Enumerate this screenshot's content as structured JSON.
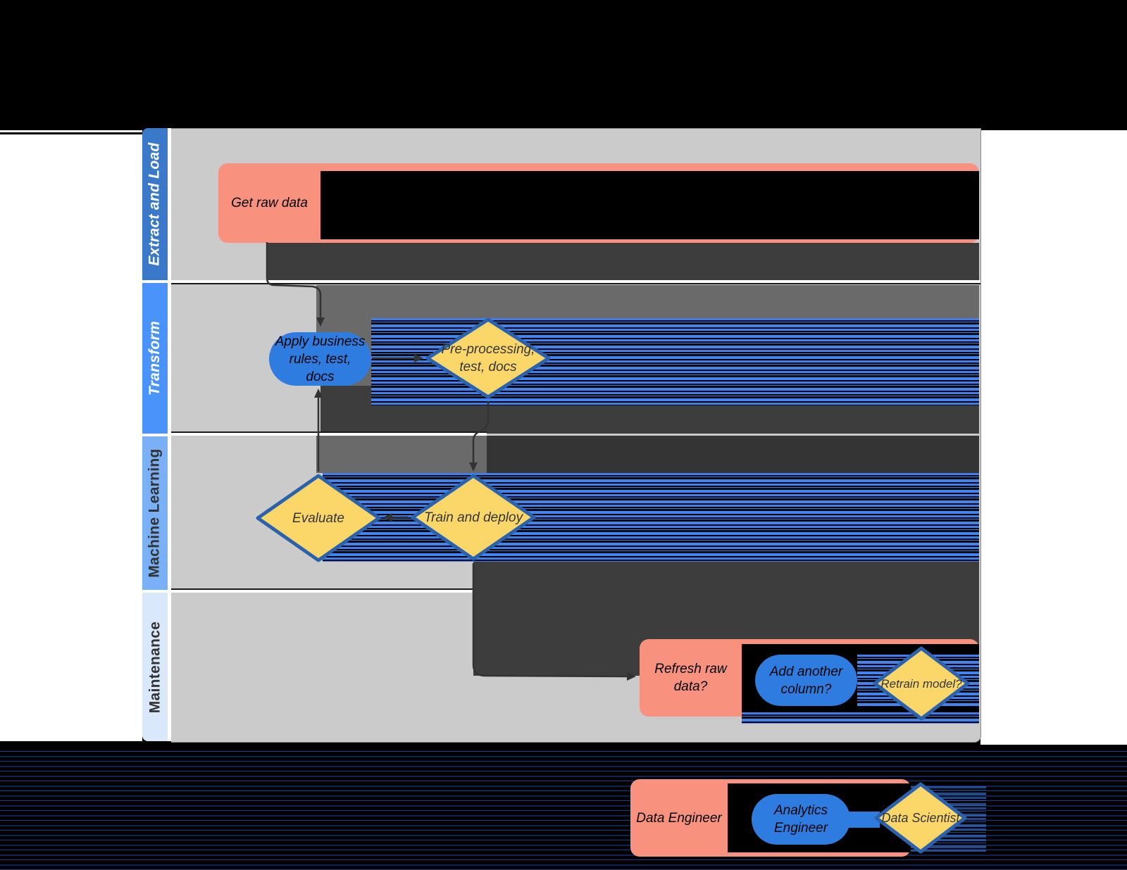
{
  "diagram": {
    "type": "swimlane-flowchart",
    "lanes": [
      {
        "label": "Extract and Load"
      },
      {
        "label": "Transform"
      },
      {
        "label": "Machine Learning"
      },
      {
        "label": "Maintenance"
      }
    ],
    "nodes": {
      "get_raw_data": {
        "label": "Get raw data",
        "shape": "rectangle",
        "role": "Data Engineer"
      },
      "apply_business_rules": {
        "line1": "Apply business",
        "line2": "rules, test,",
        "line3": "docs",
        "shape": "stadium",
        "role": "Analytics Engineer"
      },
      "pre_processing": {
        "line1": "Pre-processing,",
        "line2": "test, docs",
        "shape": "diamond",
        "role": "Data Scientist"
      },
      "evaluate": {
        "label": "Evaluate",
        "shape": "diamond",
        "role": "Data Scientist"
      },
      "train_and_deploy": {
        "label": "Train and deploy",
        "shape": "diamond",
        "role": "Data Scientist"
      },
      "refresh_raw_data": {
        "line1": "Refresh raw",
        "line2": "data?",
        "shape": "rectangle",
        "role": "Data Engineer"
      },
      "add_another_column": {
        "line1": "Add another",
        "line2": "column?",
        "shape": "stadium",
        "role": "Analytics Engineer"
      },
      "retrain_model": {
        "label": "Retrain model?",
        "shape": "diamond",
        "role": "Data Scientist"
      }
    },
    "edges": [
      {
        "from": "get_raw_data",
        "to": "apply_business_rules"
      },
      {
        "from": "apply_business_rules",
        "to": "pre_processing"
      },
      {
        "from": "pre_processing",
        "to": "train_and_deploy"
      },
      {
        "from": "train_and_deploy",
        "to": "evaluate"
      },
      {
        "from": "evaluate",
        "to": "apply_business_rules"
      },
      {
        "from": "train_and_deploy",
        "to": "refresh_raw_data"
      }
    ]
  },
  "legend": {
    "data_engineer": {
      "label": "Data Engineer",
      "shape": "rectangle",
      "color": "#f9917f"
    },
    "analytics_engineer": {
      "line1": "Analytics",
      "line2": "Engineer",
      "shape": "stadium",
      "color": "#2e7cdf"
    },
    "data_scientist": {
      "label": "Data Scientist",
      "shape": "diamond",
      "color": "#fbd669"
    }
  },
  "colors": {
    "page_background": "#000000",
    "lane_body": "#cbcbcb",
    "lane_header_1": "#3a78c9",
    "lane_header_2": "#4a93fa",
    "lane_header_3": "#7ab0f5",
    "lane_header_4": "#d9e8fb",
    "process_fill": "#f9917f",
    "stadium_fill": "#2e7cdf",
    "diamond_fill": "#fbd669",
    "diamond_border": "#2b62ae",
    "glitch_charcoal": "#3d3d3d",
    "glitch_medium_gray": "#6a6a6a",
    "glitch_scanline_blue": "#3a80f2",
    "connector": "#333333"
  }
}
